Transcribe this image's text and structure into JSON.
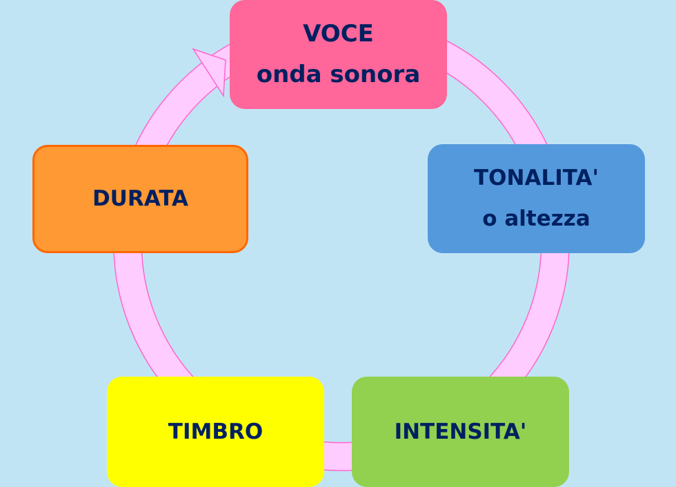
{
  "colors": {
    "background": "#c1e4f4",
    "ring_fill": "#ffccff",
    "ring_stroke": "#ff66cc",
    "text": "#002060"
  },
  "nodes": {
    "voce": {
      "line1": "VOCE",
      "line2": "onda sonora",
      "color": "#ff6699"
    },
    "tonalita": {
      "line1": "TONALITA'",
      "line2": "o altezza",
      "color": "#5599dd"
    },
    "intensita": {
      "line1": "INTENSITA'",
      "color": "#92d050"
    },
    "timbro": {
      "line1": "TIMBRO",
      "color": "#ffff00"
    },
    "durata": {
      "line1": "DURATA",
      "color": "#ff9933"
    }
  }
}
